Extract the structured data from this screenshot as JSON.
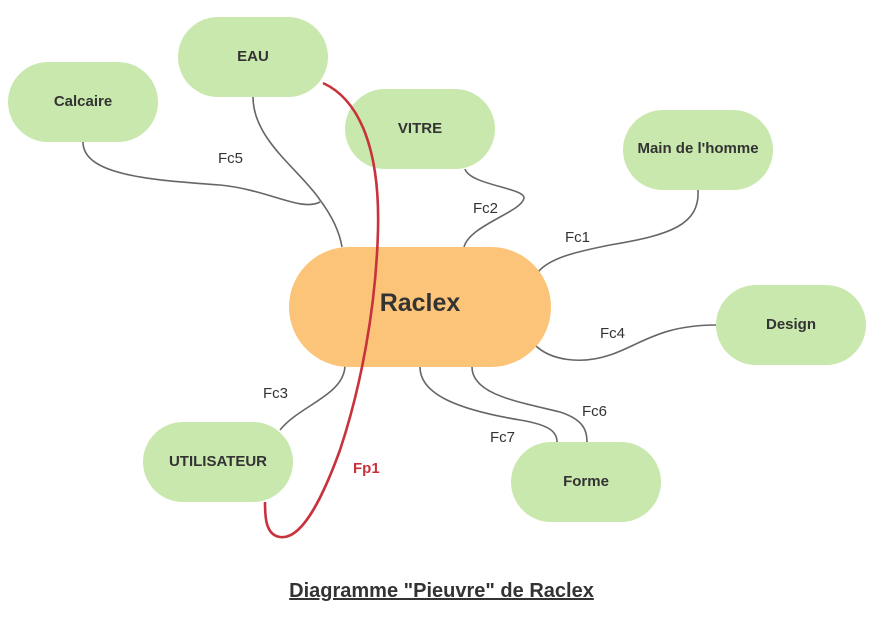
{
  "colors": {
    "node_fill": "#c8e8ad",
    "center_fill": "#fcc479",
    "connector": "#666666",
    "primary_function": "#c8323c",
    "text": "#333333"
  },
  "center": {
    "label": "Raclex"
  },
  "nodes": {
    "eau": "EAU",
    "calcaire": "Calcaire",
    "vitre": "VITRE",
    "main": "Main de l'homme",
    "design": "Design",
    "utilisateur": "UTILISATEUR",
    "forme": "Forme"
  },
  "functions": {
    "fc1": "Fc1",
    "fc2": "Fc2",
    "fc3": "Fc3",
    "fc4": "Fc4",
    "fc5": "Fc5",
    "fc6": "Fc6",
    "fc7": "Fc7",
    "fp1": "Fp1"
  },
  "caption": "Diagramme \"Pieuvre\" de Raclex"
}
